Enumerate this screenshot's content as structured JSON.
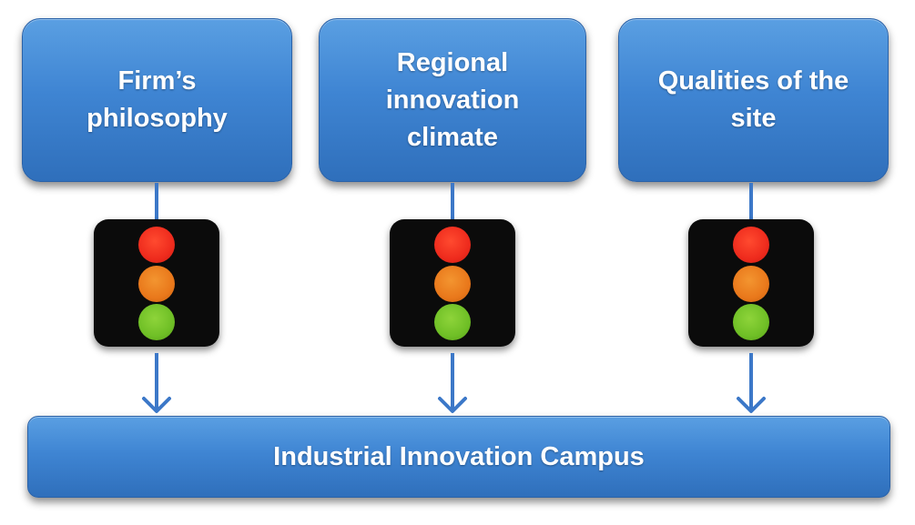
{
  "boxes": [
    {
      "label": "Firm’s\nphilosophy"
    },
    {
      "label": "Regional\ninnovation\nclimate"
    },
    {
      "label": "Qualities of the\nsite"
    }
  ],
  "bottom": {
    "label": "Industrial Innovation Campus"
  },
  "colors": {
    "box_blue": "#3f85d3",
    "connector": "#3c78c8",
    "light_body": "#0b0b0b",
    "red": "#ee2b1d",
    "orange": "#e9781b",
    "green": "#6fbf26"
  },
  "icons": [
    "traffic-light-icon",
    "down-arrow-icon"
  ]
}
